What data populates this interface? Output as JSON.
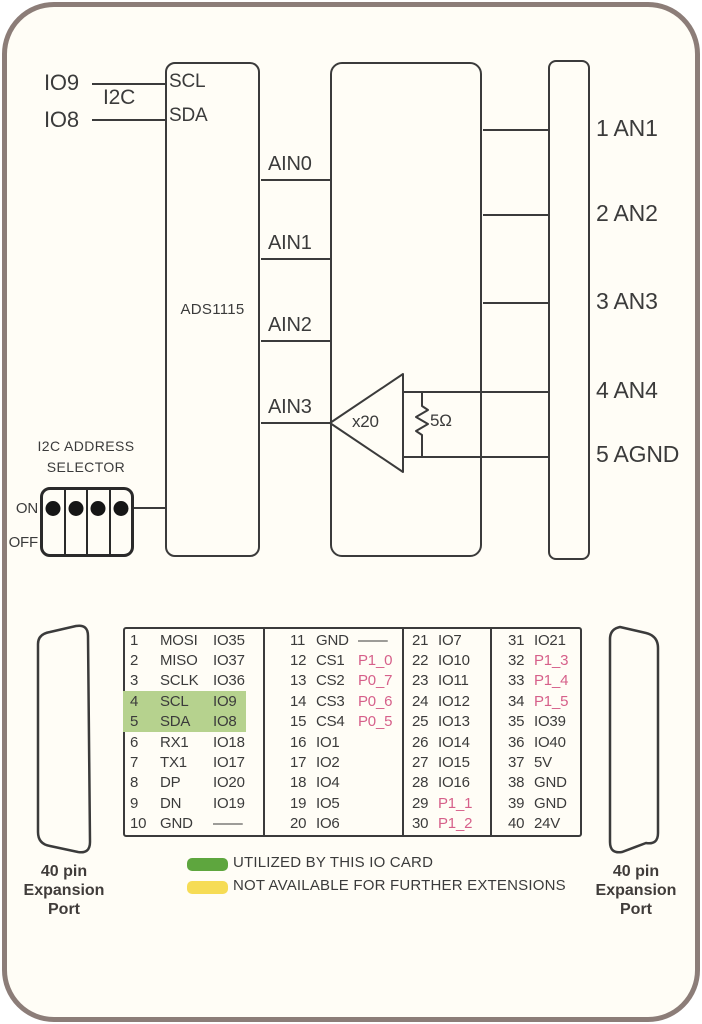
{
  "palette": {
    "card_bg": "#fffdf6",
    "frame_color": "#8c7d78",
    "line_color": "#3b3b3b",
    "highlight_green": "#b6d28e",
    "legend_green": "#5ea63e",
    "legend_yellow": "#f6dc55",
    "pink": "#d6608a"
  },
  "top_diagram": {
    "left_pins": [
      {
        "label": "IO9",
        "signal": "SCL"
      },
      {
        "label": "IO8",
        "signal": "SDA"
      }
    ],
    "bus_label": "I2C",
    "chip_label": "ADS1115",
    "ain_labels": [
      "AIN0",
      "AIN1",
      "AIN2",
      "AIN3"
    ],
    "amplifier_gain": "x20",
    "resistor_value": "5Ω",
    "terminals": [
      "1 AN1",
      "2 AN2",
      "3 AN3",
      "4 AN4",
      "5 AGND"
    ]
  },
  "i2c_selector": {
    "title_line1": "I2C ADDRESS",
    "title_line2": "SELECTOR",
    "on_label": "ON",
    "off_label": "OFF",
    "positions": [
      "ON",
      "ON",
      "ON",
      "ON"
    ]
  },
  "pin_table": {
    "groups": [
      {
        "rows": [
          {
            "num": "1",
            "a": "MOSI",
            "b": "IO35"
          },
          {
            "num": "2",
            "a": "MISO",
            "b": "IO37"
          },
          {
            "num": "3",
            "a": "SCLK",
            "b": "IO36"
          },
          {
            "num": "4",
            "a": "SCL",
            "b": "IO9",
            "hl": true
          },
          {
            "num": "5",
            "a": "SDA",
            "b": "IO8",
            "hl": true
          },
          {
            "num": "6",
            "a": "RX1",
            "b": "IO18"
          },
          {
            "num": "7",
            "a": "TX1",
            "b": "IO17"
          },
          {
            "num": "8",
            "a": "DP",
            "b": "IO20"
          },
          {
            "num": "9",
            "a": "DN",
            "b": "IO19"
          },
          {
            "num": "10",
            "a": "GND",
            "b": "——"
          }
        ]
      },
      {
        "rows": [
          {
            "num": "11",
            "a": "GND",
            "b": "——"
          },
          {
            "num": "12",
            "a": "CS1",
            "b": "P1_0",
            "pink": "b"
          },
          {
            "num": "13",
            "a": "CS2",
            "b": "P0_7",
            "pink": "b"
          },
          {
            "num": "14",
            "a": "CS3",
            "b": "P0_6",
            "pink": "b"
          },
          {
            "num": "15",
            "a": "CS4",
            "b": "P0_5",
            "pink": "b"
          },
          {
            "num": "16",
            "a": "IO1",
            "b": ""
          },
          {
            "num": "17",
            "a": "IO2",
            "b": ""
          },
          {
            "num": "18",
            "a": "IO4",
            "b": ""
          },
          {
            "num": "19",
            "a": "IO5",
            "b": ""
          },
          {
            "num": "20",
            "a": "IO6",
            "b": ""
          }
        ]
      },
      {
        "rows": [
          {
            "num": "21",
            "a": "IO7"
          },
          {
            "num": "22",
            "a": "IO10"
          },
          {
            "num": "23",
            "a": "IO11"
          },
          {
            "num": "24",
            "a": "IO12"
          },
          {
            "num": "25",
            "a": "IO13"
          },
          {
            "num": "26",
            "a": "IO14"
          },
          {
            "num": "27",
            "a": "IO15"
          },
          {
            "num": "28",
            "a": "IO16"
          },
          {
            "num": "29",
            "a": "P1_1",
            "pink": "a"
          },
          {
            "num": "30",
            "a": "P1_2",
            "pink": "a"
          }
        ]
      },
      {
        "rows": [
          {
            "num": "31",
            "a": "IO21"
          },
          {
            "num": "32",
            "a": "P1_3",
            "pink": "a"
          },
          {
            "num": "33",
            "a": "P1_4",
            "pink": "a"
          },
          {
            "num": "34",
            "a": "P1_5",
            "pink": "a"
          },
          {
            "num": "35",
            "a": "IO39"
          },
          {
            "num": "36",
            "a": "IO40"
          },
          {
            "num": "37",
            "a": "5V"
          },
          {
            "num": "38",
            "a": "GND"
          },
          {
            "num": "39",
            "a": "GND"
          },
          {
            "num": "40",
            "a": "24V"
          }
        ]
      }
    ]
  },
  "legend": [
    {
      "label": "UTILIZED BY THIS IO CARD"
    },
    {
      "label": "NOT AVAILABLE FOR FURTHER EXTENSIONS"
    }
  ],
  "expansion_ports": {
    "left": {
      "line1": "40 pin",
      "line2": "Expansion",
      "line3": "Port"
    },
    "right": {
      "line1": "40 pin",
      "line2": "Expansion",
      "line3": "Port"
    }
  }
}
